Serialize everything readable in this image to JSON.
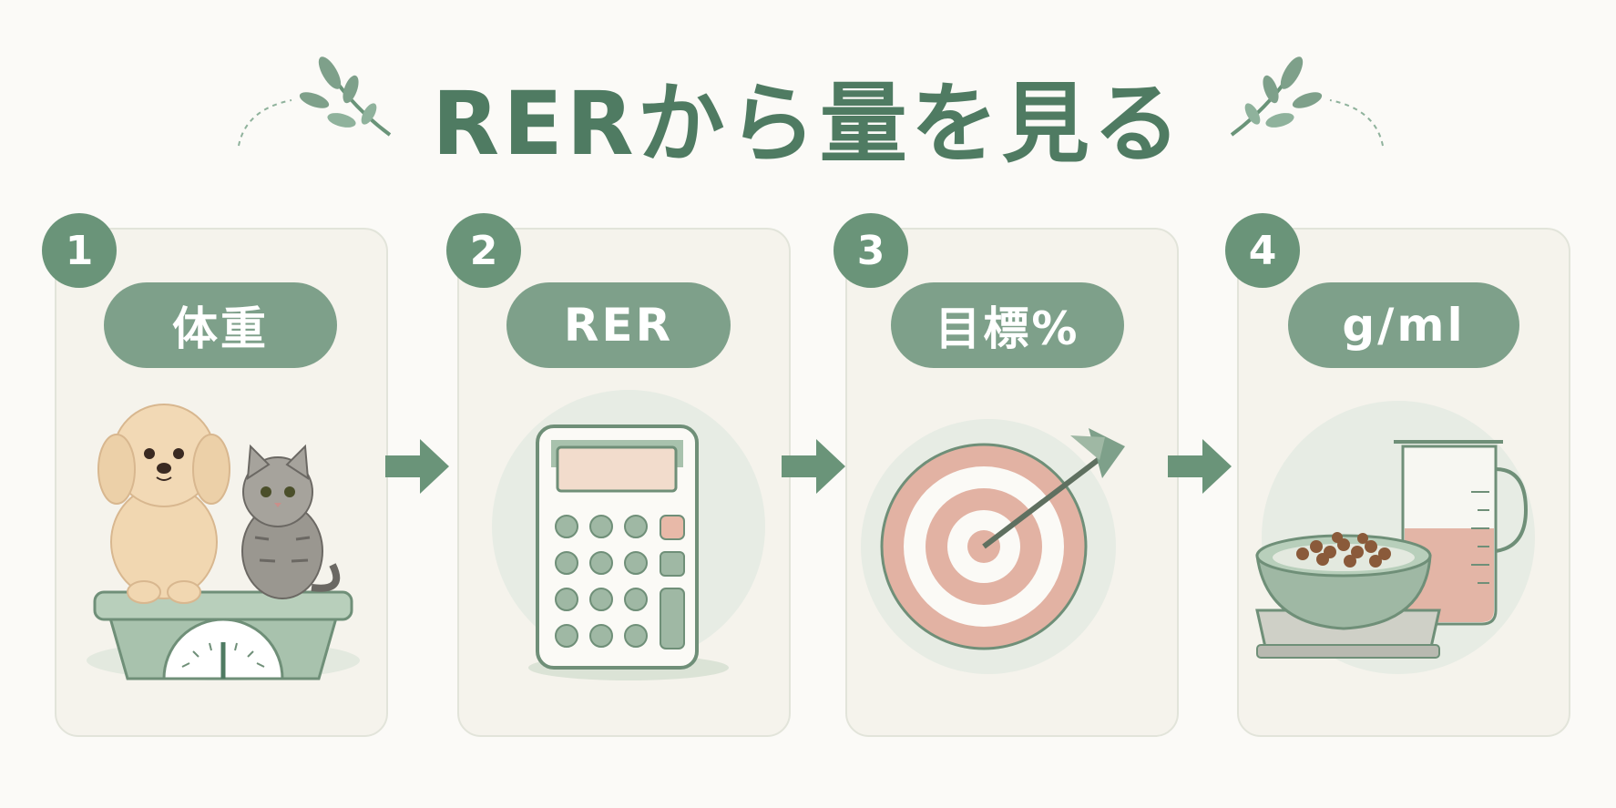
{
  "title": "RERから量を見る",
  "steps": [
    {
      "number": "1",
      "label": "体重",
      "icon": "pet-on-scale-icon"
    },
    {
      "number": "2",
      "label": "RER",
      "icon": "calculator-icon"
    },
    {
      "number": "3",
      "label": "目標%",
      "icon": "target-icon"
    },
    {
      "number": "4",
      "label": "g/ml",
      "icon": "bowl-and-measuring-cup-icon"
    }
  ],
  "colors": {
    "accent": "#4f7b62",
    "badge": "#6a9479",
    "pill": "#7ea08a",
    "card": "#f5f3ec",
    "target_pink": "#e2b2a3"
  }
}
